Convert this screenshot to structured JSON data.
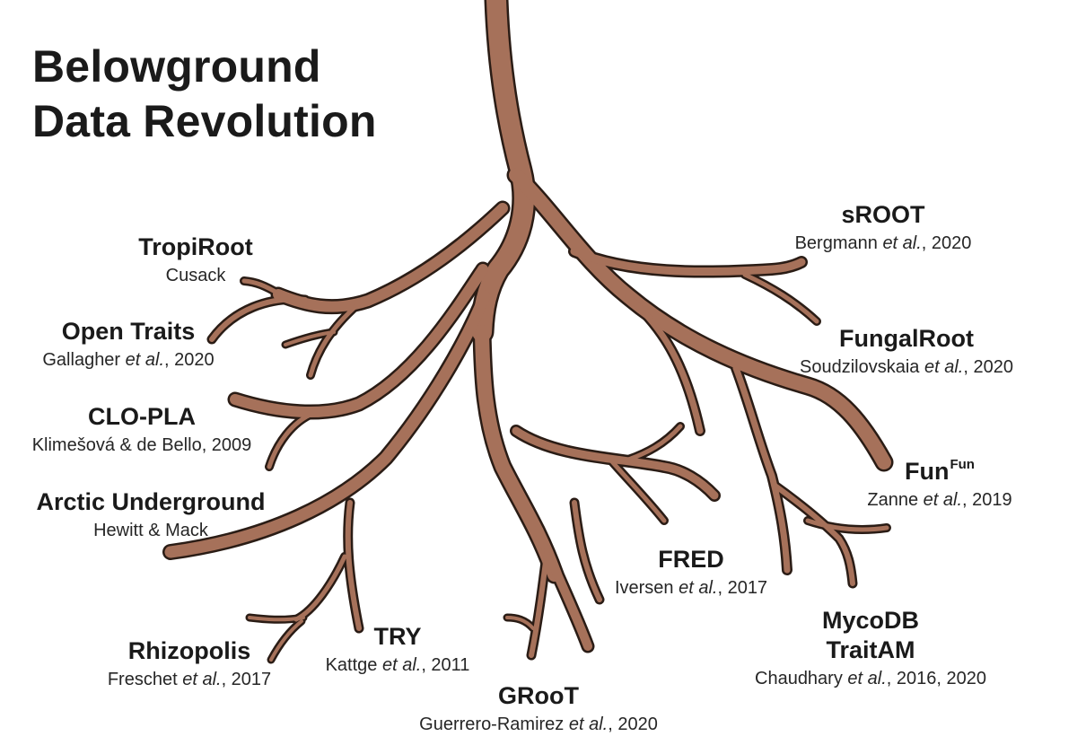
{
  "title": {
    "line1": "Belowground",
    "line2": "Data Revolution"
  },
  "colors": {
    "root_fill": "#a6715a",
    "root_outline": "#2a1c15",
    "text": "#1a1a1a"
  },
  "databases": {
    "tropiroot": {
      "name": "TropiRoot",
      "cite": "Cusack"
    },
    "opentraits": {
      "name": "Open Traits",
      "cite_authors": "Gallagher",
      "cite_etal": "et al.",
      "cite_year": ", 2020"
    },
    "cloplа": {
      "name": "CLO-PLA",
      "cite": "Klimešová & de Bello, 2009"
    },
    "arctic": {
      "name": "Arctic Underground",
      "cite": "Hewitt & Mack"
    },
    "rhizopolis": {
      "name": "Rhizopolis",
      "cite_authors": "Freschet",
      "cite_etal": "et al.",
      "cite_year": ", 2017"
    },
    "try": {
      "name": "TRY",
      "cite_authors": "Kattge",
      "cite_etal": "et al.",
      "cite_year": ", 2011"
    },
    "groot": {
      "name": "GRooT",
      "cite_authors": "Guerrero-Ramirez",
      "cite_etal": "et al.",
      "cite_year": ", 2020"
    },
    "fred": {
      "name": "FRED",
      "cite_authors": "Iversen",
      "cite_etal": "et al.",
      "cite_year": ", 2017"
    },
    "mycodb": {
      "name": "MycoDB",
      "name2": "TraitAM",
      "cite_authors": "Chaudhary",
      "cite_etal": "et al.",
      "cite_year": ", 2016, 2020"
    },
    "funfun": {
      "name": "Fun",
      "name_sup": "Fun",
      "cite_authors": "Zanne",
      "cite_etal": "et al.",
      "cite_year": ", 2019"
    },
    "fungalroot": {
      "name": "FungalRoot",
      "cite_authors": "Soudzilovskaia",
      "cite_etal": "et al.",
      "cite_year": ", 2020"
    },
    "sroot": {
      "name": "sROOT",
      "cite_authors": "Bergmann",
      "cite_etal": "et al.",
      "cite_year": ", 2020"
    }
  }
}
